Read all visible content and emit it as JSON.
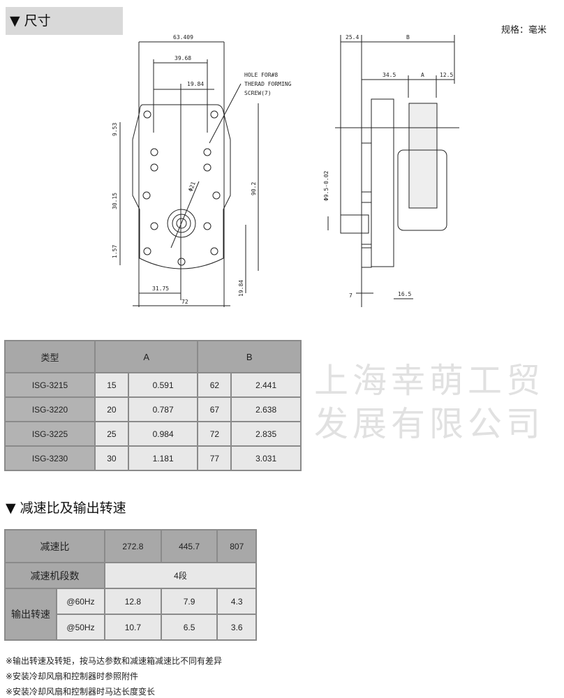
{
  "section1": {
    "title": "▼ 尺寸",
    "unit": "规格：毫米"
  },
  "drawing": {
    "front": {
      "d1": "63.409",
      "d2": "39.68",
      "d3": "19.84",
      "note1": "HOLE FOR#8",
      "note2": "THERAD FORMING",
      "note3": "SCREW(7)",
      "v1": "9.53",
      "v2": "30.15",
      "v3": "1.57",
      "h1": "90.2",
      "dia": "Φ21",
      "b1": "31.75",
      "b2": "72",
      "b3": "19.84"
    },
    "side": {
      "d1": "25.4",
      "d2": "B",
      "d3": "34.5",
      "d4": "A",
      "d5": "12.5",
      "shaft": "Φ9.5-0.02",
      "b1": "7",
      "b2": "16.5"
    }
  },
  "watermark": "上海幸萌工贸发展有限公司",
  "table1": {
    "headers": [
      "类型",
      "A",
      "B"
    ],
    "rows": [
      [
        "ISG-3215",
        "15",
        "0.591",
        "62",
        "2.441"
      ],
      [
        "ISG-3220",
        "20",
        "0.787",
        "67",
        "2.638"
      ],
      [
        "ISG-3225",
        "25",
        "0.984",
        "72",
        "2.835"
      ],
      [
        "ISG-3230",
        "30",
        "1.181",
        "77",
        "3.031"
      ]
    ]
  },
  "section2": {
    "title": "▼ 减速比及输出转速"
  },
  "table2": {
    "ratio_label": "减速比",
    "ratios": [
      "272.8",
      "445.7",
      "807"
    ],
    "stages_label": "减速机段数",
    "stages": "4段",
    "speed_label": "输出转速",
    "rows": [
      {
        "freq": "@60Hz",
        "values": [
          "12.8",
          "7.9",
          "4.3"
        ]
      },
      {
        "freq": "@50Hz",
        "values": [
          "10.7",
          "6.5",
          "3.6"
        ]
      }
    ]
  },
  "notes": [
    "※输出转速及转矩，按马达参数和减速箱减速比不同有差异",
    "※安装冷却风扇和控制器时参照附件",
    "※安装冷却风扇和控制器时马达长度变长"
  ]
}
